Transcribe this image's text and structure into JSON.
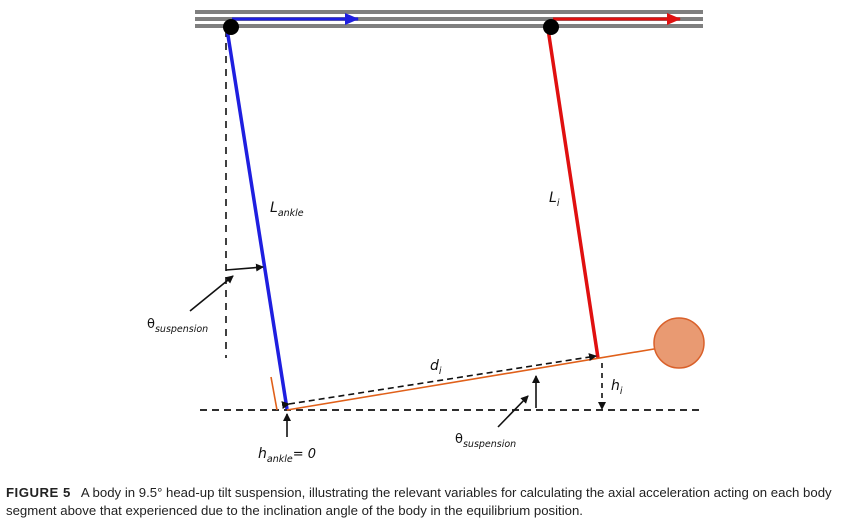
{
  "diagram": {
    "labels": {
      "l_ankle": {
        "base": "L",
        "sub": "ankle"
      },
      "l_i": {
        "base": "L",
        "sub": "i"
      },
      "d_i": {
        "base": "d",
        "sub": "i"
      },
      "h_i": {
        "base": "h",
        "sub": "i"
      },
      "h_ankle": {
        "base": "h",
        "sub": "ankle",
        "suffix": "= 0"
      },
      "theta_left": {
        "base": "θ",
        "sub": "suspension"
      },
      "theta_bottom": {
        "base": "θ",
        "sub": "suspension"
      }
    },
    "colors": {
      "rail": "#7f7f7f",
      "ankle_segment": "#1f1fe0",
      "body_segment": "#e01010",
      "body_axis": "#e0601a",
      "mass": "#e99a72",
      "mass_outline": "#d9602a",
      "dashed": "#111111"
    }
  },
  "caption": {
    "label": "FIGURE 5",
    "text": "A body in 9.5° head-up tilt suspension, illustrating the relevant variables for calculating the axial acceleration acting on each body segment above that experienced due to the inclination angle of the body in the equilibrium position."
  }
}
